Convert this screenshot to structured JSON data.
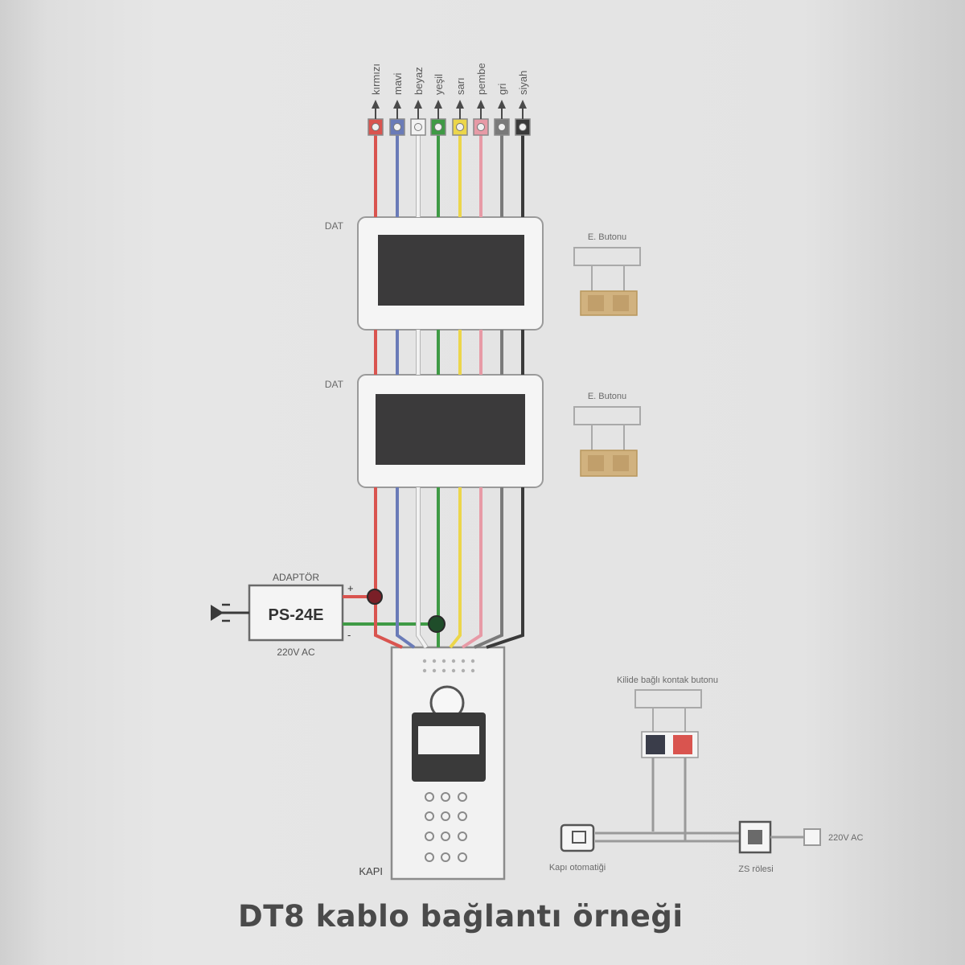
{
  "title": "DT8 kablo bağlantı örneği",
  "wires": [
    {
      "label": "kırmızı",
      "color": "#d9544f"
    },
    {
      "label": "mavi",
      "color": "#6a7bb8"
    },
    {
      "label": "beyaz",
      "color": "#f2f2f2"
    },
    {
      "label": "yeşil",
      "color": "#3f9a45"
    },
    {
      "label": "sarı",
      "color": "#ecd64a"
    },
    {
      "label": "pembe",
      "color": "#e79aa6"
    },
    {
      "label": "gri",
      "color": "#7a7a7a"
    },
    {
      "label": "siyah",
      "color": "#3a3a3a"
    }
  ],
  "monitors": [
    {
      "label": "DAT",
      "aux_label": "E. Butonu"
    },
    {
      "label": "DAT",
      "aux_label": "E. Butonu"
    }
  ],
  "adapter": {
    "title": "ADAPTÖR",
    "model": "PS-24E",
    "voltage": "220V AC",
    "plus": "+",
    "minus": "-"
  },
  "door_panel": {
    "label": "KAPI"
  },
  "lock_circuit": {
    "button_label": "Kilide bağlı kontak butonu",
    "lock_label": "Kapı otomatiği",
    "relay_label": "ZS rölesi",
    "supply_label": "220V AC"
  },
  "colors": {
    "background": "#e3e3e3",
    "line": "#8c8c8c",
    "dark": "#3a3a3a",
    "screen": "#3b3a3b",
    "junction": "#7a1f27",
    "button_tan": "#d1b27f"
  }
}
